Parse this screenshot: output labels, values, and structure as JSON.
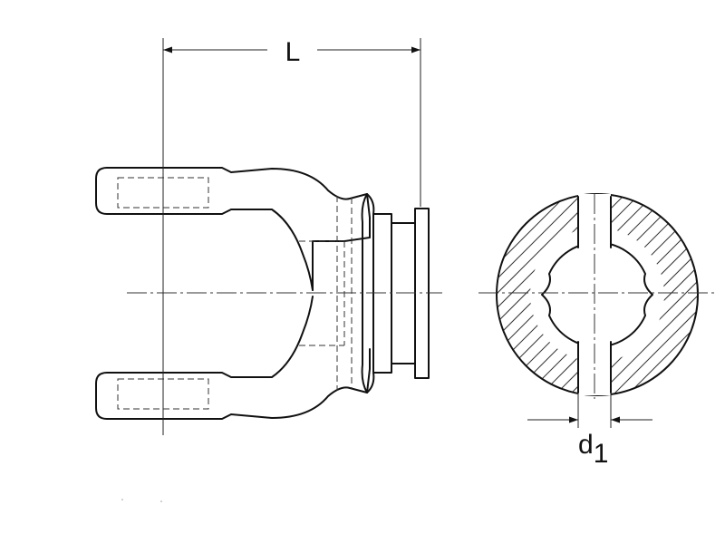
{
  "dimensions": {
    "length_label": "L",
    "diameter_label": "d",
    "diameter_subscript": "1"
  },
  "colors": {
    "line": "#111111",
    "background": "#ffffff"
  }
}
